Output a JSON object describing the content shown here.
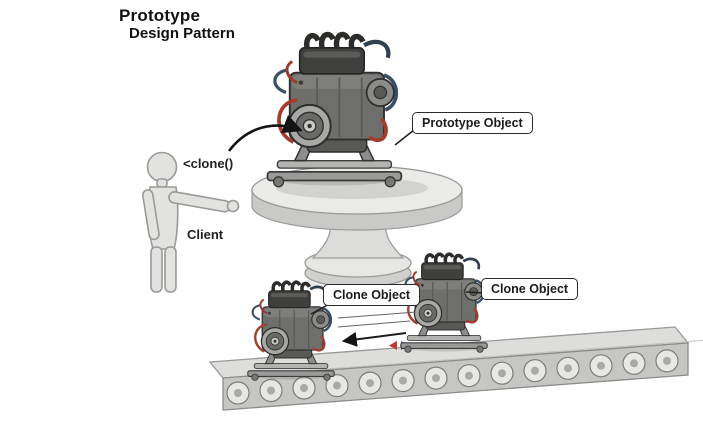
{
  "header": {
    "title": "Prototype",
    "subtitle": "Design Pattern"
  },
  "actors": {
    "client_label": "Client",
    "clone_call_label": "<clone()"
  },
  "callouts": {
    "prototype_object": "Prototype Object",
    "clone_object_left": "Clone Object",
    "clone_object_right": "Clone Object"
  },
  "colors": {
    "outline": "#2b2b2b",
    "figure_gray": "#e2e2e0",
    "table_gray": "#e9e9e7",
    "belt_gray": "#cfcfcd",
    "engine_body": "#6e6e6c",
    "engine_red_hose": "#a63c2c",
    "engine_blue_hose": "#3a4e66",
    "mark_red": "#c0392b",
    "mark_blue": "#2e4d8f"
  }
}
